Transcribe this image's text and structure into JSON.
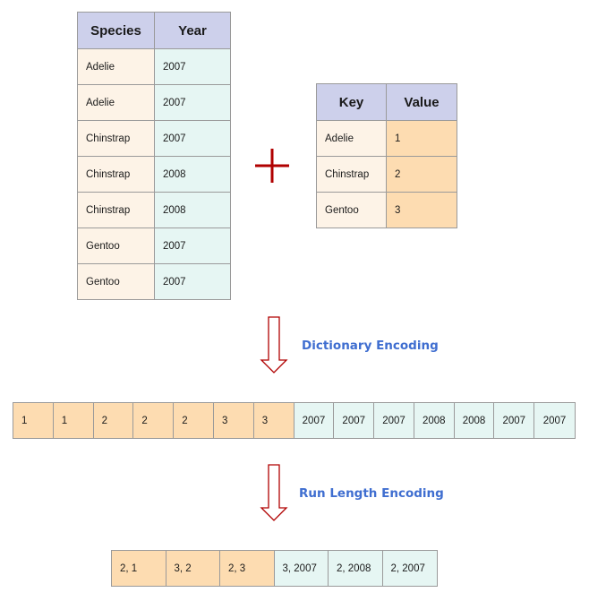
{
  "species_table": {
    "headers": [
      "Species",
      "Year"
    ],
    "rows": [
      [
        "Adelie",
        "2007"
      ],
      [
        "Adelie",
        "2007"
      ],
      [
        "Chinstrap",
        "2007"
      ],
      [
        "Chinstrap",
        "2008"
      ],
      [
        "Chinstrap",
        "2008"
      ],
      [
        "Gentoo",
        "2007"
      ],
      [
        "Gentoo",
        "2007"
      ]
    ]
  },
  "dictionary_table": {
    "headers": [
      "Key",
      "Value"
    ],
    "rows": [
      [
        "Adelie",
        "1"
      ],
      [
        "Chinstrap",
        "2"
      ],
      [
        "Gentoo",
        "3"
      ]
    ]
  },
  "steps": {
    "dictionary_encoding": "Dictionary Encoding",
    "run_length_encoding": "Run Length Encoding"
  },
  "encoded_species": [
    "1",
    "1",
    "2",
    "2",
    "2",
    "3",
    "3"
  ],
  "encoded_years": [
    "2007",
    "2007",
    "2007",
    "2008",
    "2008",
    "2007",
    "2007"
  ],
  "rle_species": [
    "2, 1",
    "3, 2",
    "2, 3"
  ],
  "rle_years": [
    "3, 2007",
    "2, 2008",
    "2, 2007"
  ],
  "colors": {
    "header": "#cdd0eb",
    "species_cell": "#fdf3e7",
    "year_cell": "#e6f6f3",
    "value_cell": "#fddcb1",
    "arrow": "#b00000",
    "label": "#3f6ed0"
  },
  "icons": {
    "plus": "plus-icon",
    "arrow": "arrow-down-icon"
  }
}
